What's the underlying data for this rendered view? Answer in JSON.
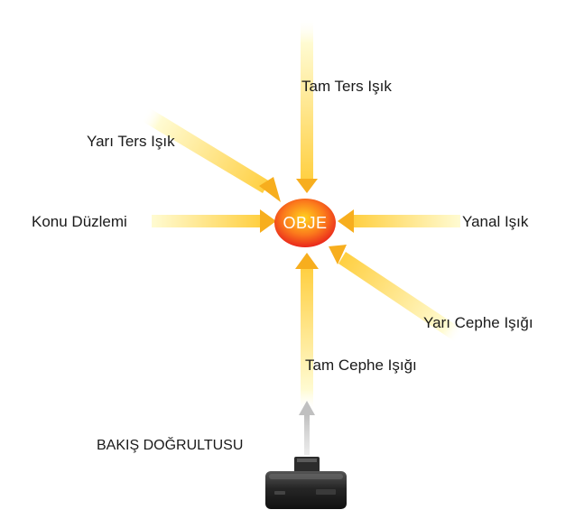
{
  "object_label": "OBJE",
  "viewing_direction_label": "BAKIŞ DOĞRULTUSU",
  "light_labels": {
    "full_back": "Tam Ters Işık",
    "half_back": "Yarı Ters Işık",
    "subject_plane": "Konu Düzlemi",
    "side": "Yanal Işık",
    "half_front": "Yarı Cephe Işığı",
    "full_front": "Tam Cephe Işığı"
  },
  "colors": {
    "beam_light": "#fffbd2",
    "beam_dark": "#ffcf40",
    "arrow_head": "#f7ae1e",
    "object_center": "#ffd21e",
    "object_edge": "#e8201c",
    "camera_body": "#1e1e1e",
    "sight_line": "#c8c8c8"
  },
  "icons": {
    "camera": "camera-icon"
  }
}
